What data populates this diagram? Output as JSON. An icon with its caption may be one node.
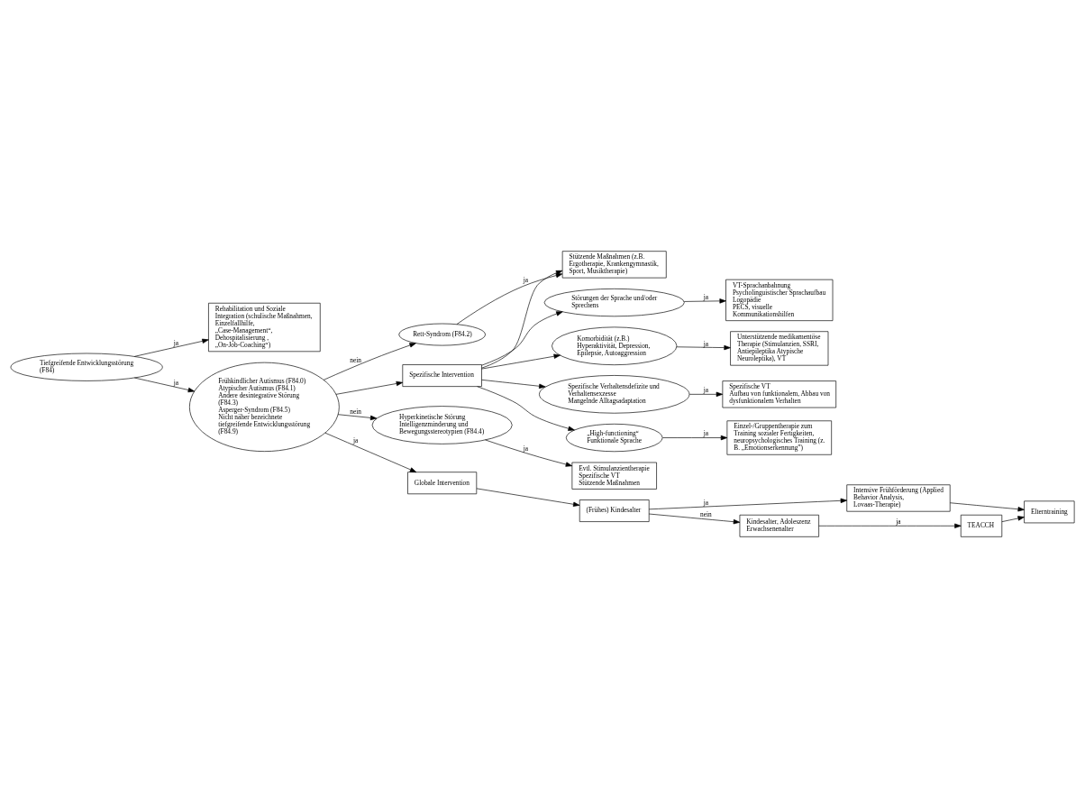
{
  "diagram": {
    "nodes": [
      {
        "text": [
          "Tiefgreifende Entwicklungsstörung (F84)"
        ]
      },
      {
        "text": [
          "Rehabilitation und Soziale Integration (schulische Maßnahmen, Einzelfallhilfe, „Case-Management“, Dehospitalisierung , „On-Job-Coaching“)"
        ]
      },
      {
        "text": [
          "Frühkindlicher Autismus (F84.0)",
          "Atypischer Autismus (F84.1)",
          "Andere desintegrative Störung (F84.3)",
          "Asperger-Syndrom (F84.5)",
          "Nicht näher bezeichnete tiefgreifende Entwicklungsstörung (F84.9)"
        ]
      },
      {
        "text": [
          "Rett-Syndrom (F84.2)"
        ]
      },
      {
        "text": [
          "Stützende Maßnahmen (z.B. Ergotherapie, Krankengymnastik, Sport, Musiktherapie)"
        ]
      },
      {
        "text": [
          "Hyperkinetische Störung Intelligenzminderung und Bewegungsstereotypien (F84.4)"
        ]
      },
      {
        "text": [
          "Evtl. Stimulanzientherapie",
          "Spezifische VT",
          "Stützende Maßnahmen"
        ]
      },
      {
        "text": [
          "Globale Intervention"
        ]
      },
      {
        "text": [
          "Spezifische Intervention"
        ]
      },
      {
        "text": [
          "Störungen der Sprache und/oder Sprechens"
        ]
      },
      {
        "text": [
          "VT-Sprachanbahnung",
          "Psycholinguistischer Sprachaufbau",
          "Logopädie",
          "PECS, visuelle Kommunikationshilfen"
        ]
      },
      {
        "text": [
          "Komorbidität (z.B.) Hyperaktivität, Depression, Epilepsie, Autoaggression"
        ]
      },
      {
        "text": [
          "Unterstützende medikamentöse Therapie (Stimulanzien, SSRI, Antiepileptika Atypische Neuroleptika), VT"
        ]
      },
      {
        "text": [
          "Spezifische Verhaltensdefizite und Verhaltensexzesse",
          "Mangelnde Alltagsadaptation"
        ]
      },
      {
        "text": [
          "Spezifische VT",
          "Aufbau von funktionalem, Abbau von dysfunktionalem Verhalten"
        ]
      },
      {
        "text": [
          "„High-functioning“",
          "Funktionale Sprache"
        ]
      },
      {
        "text": [
          "Einzel-/Gruppentherapie zum Training sozialer Fertigkeiten, neuropsychologisches Training (z. B. „Emotionserkennung”)"
        ]
      },
      {
        "text": [
          "(Frühes) Kindesalter"
        ]
      },
      {
        "text": [
          "Intensive Frühförderung (Applied Behavior Analysis, Lovaas-Therapie)"
        ]
      },
      {
        "text": [
          "Elterntraining"
        ]
      },
      {
        "text": [
          "Kindesalter, Adoleszenz Erwachsenenalter"
        ]
      },
      {
        "text": [
          "TEACCH"
        ]
      }
    ],
    "edges": [
      {
        "from": 0,
        "to": 1,
        "arrow": "to",
        "label": "ja"
      },
      {
        "from": 0,
        "to": 2,
        "arrow": "to",
        "label": "ja"
      },
      {
        "from": 2,
        "to": 3,
        "arrow": "to",
        "label": "nein"
      },
      {
        "from": 3,
        "to": 4,
        "arrow": "to",
        "label": "ja"
      },
      {
        "from": 2,
        "to": 5,
        "arrow": "to",
        "label": "nein"
      },
      {
        "from": 5,
        "to": 6,
        "arrow": "to",
        "label": "ja"
      },
      {
        "from": 2,
        "to": 7,
        "arrow": "to",
        "label": "ja"
      },
      {
        "from": 2,
        "to": 8,
        "arrow": "to"
      },
      {
        "from": 8,
        "to": 4,
        "arrow": "to"
      },
      {
        "from": 8,
        "to": 9,
        "arrow": "to"
      },
      {
        "from": 8,
        "to": 11,
        "arrow": "to"
      },
      {
        "from": 8,
        "to": 13,
        "arrow": "to"
      },
      {
        "from": 8,
        "to": 15,
        "arrow": "to"
      },
      {
        "from": 9,
        "to": 10,
        "arrow": "to",
        "label": "ja"
      },
      {
        "from": 11,
        "to": 12,
        "arrow": "to",
        "label": "ja"
      },
      {
        "from": 13,
        "to": 14,
        "arrow": "to",
        "label": "ja"
      },
      {
        "from": 15,
        "to": 16,
        "arrow": "to",
        "label": "ja"
      },
      {
        "from": 7,
        "to": 17,
        "arrow": "to"
      },
      {
        "from": 17,
        "to": 18,
        "arrow": "to",
        "label": "ja"
      },
      {
        "from": 17,
        "to": 20,
        "arrow": "to",
        "label": "nein"
      },
      {
        "from": 20,
        "to": 21,
        "arrow": "to",
        "label": "ja"
      },
      {
        "from": 18,
        "to": 19,
        "arrow": "to"
      },
      {
        "from": 21,
        "to": 19,
        "arrow": "to"
      }
    ]
  }
}
